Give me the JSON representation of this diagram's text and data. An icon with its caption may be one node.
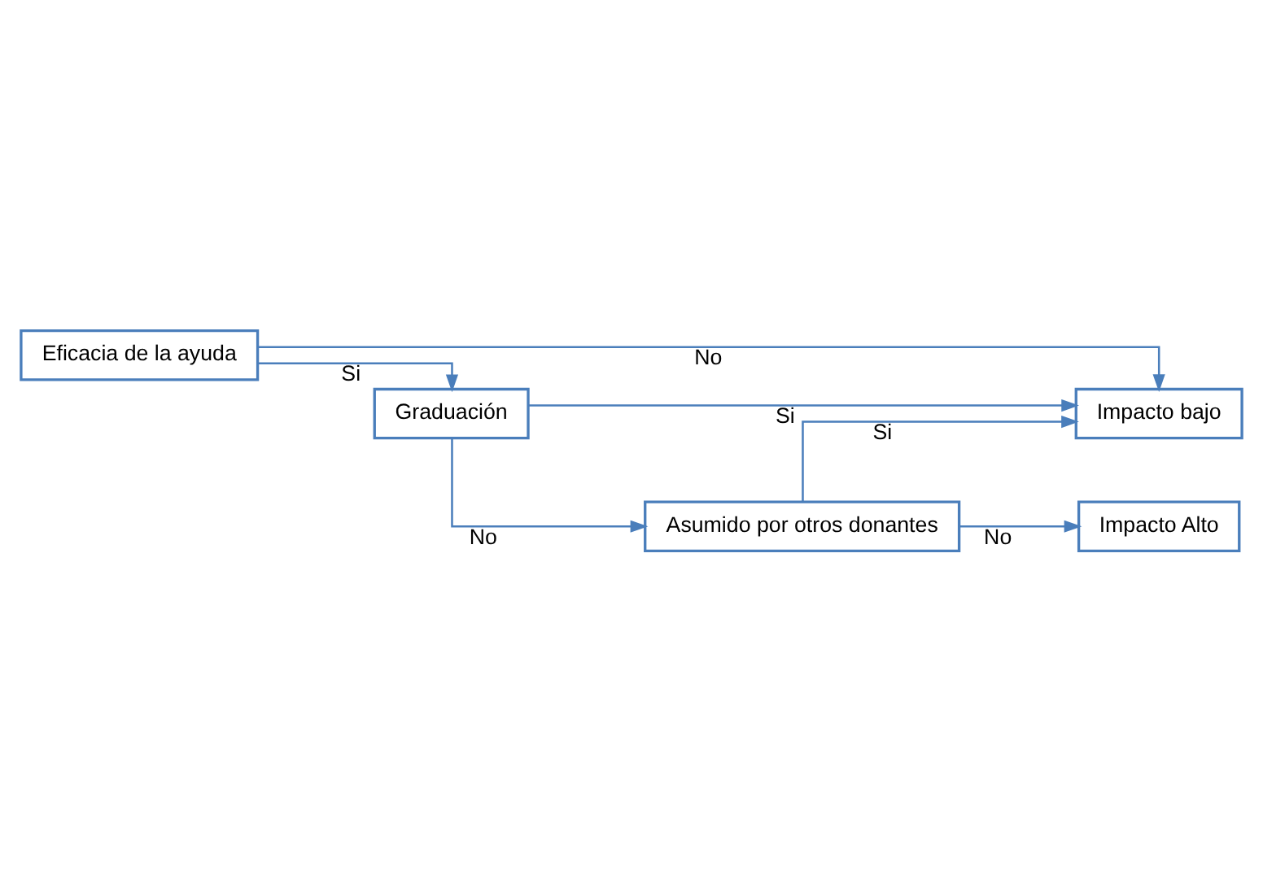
{
  "diagram": {
    "nodes": [
      {
        "text": [
          "Eficacia de la ayuda"
        ]
      },
      {
        "text": [
          "Impacto bajo"
        ]
      },
      {
        "text": [
          "Graduación"
        ]
      },
      {
        "text": [
          "Asumido por otros donantes"
        ]
      },
      {
        "text": [
          "Impacto Alto"
        ]
      }
    ],
    "edges": [
      {
        "from": 0,
        "to": 1,
        "arrow": "to",
        "label": "No"
      },
      {
        "from": 0,
        "to": 2,
        "arrow": "to",
        "label": "Si"
      },
      {
        "from": 2,
        "to": 1,
        "arrow": "to",
        "label": "Si"
      },
      {
        "from": 2,
        "to": 3,
        "arrow": "to",
        "label": "No"
      },
      {
        "from": 3,
        "to": 1,
        "arrow": "to",
        "label": "Si"
      },
      {
        "from": 3,
        "to": 4,
        "arrow": "to",
        "label": "No"
      }
    ]
  }
}
